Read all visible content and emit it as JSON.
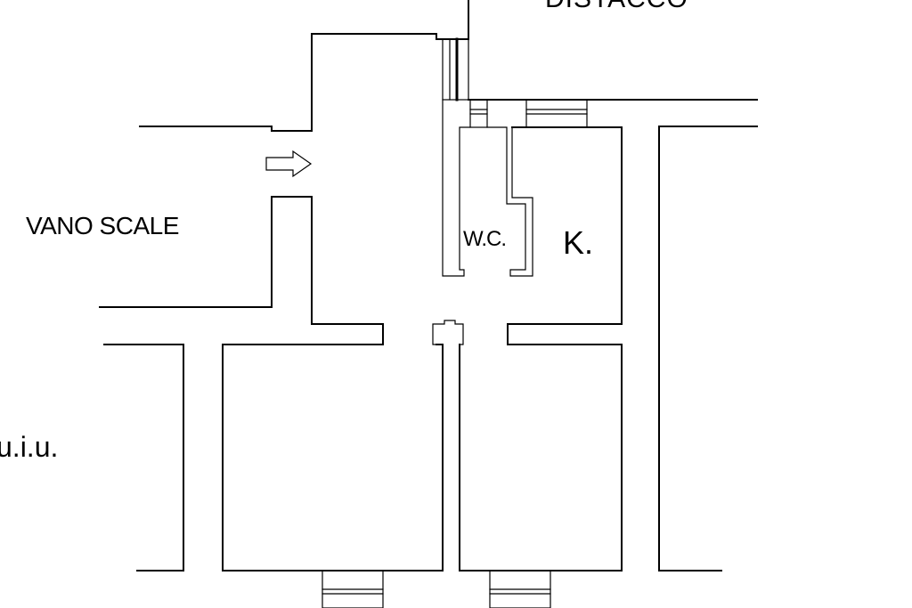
{
  "labels": {
    "top_cut": "DISTACCO",
    "stairwell": "VANO SCALE",
    "bathroom": "W.C.",
    "kitchen": "K.",
    "unit": "u.i.u."
  },
  "icons": {
    "entrance": "entrance-arrow-icon"
  }
}
